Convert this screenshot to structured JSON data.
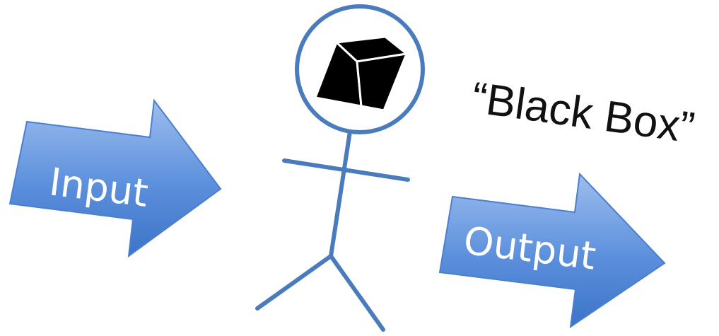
{
  "diagram": {
    "input_label": "Input",
    "output_label": "Output",
    "caption": "“Black Box”"
  },
  "colors": {
    "arrow_fill_light": "#8fb3e8",
    "arrow_fill_dark": "#3f78cf",
    "arrow_stroke": "#4a7fcf",
    "figure_stroke": "#4a7cbd",
    "box": "#000000"
  }
}
